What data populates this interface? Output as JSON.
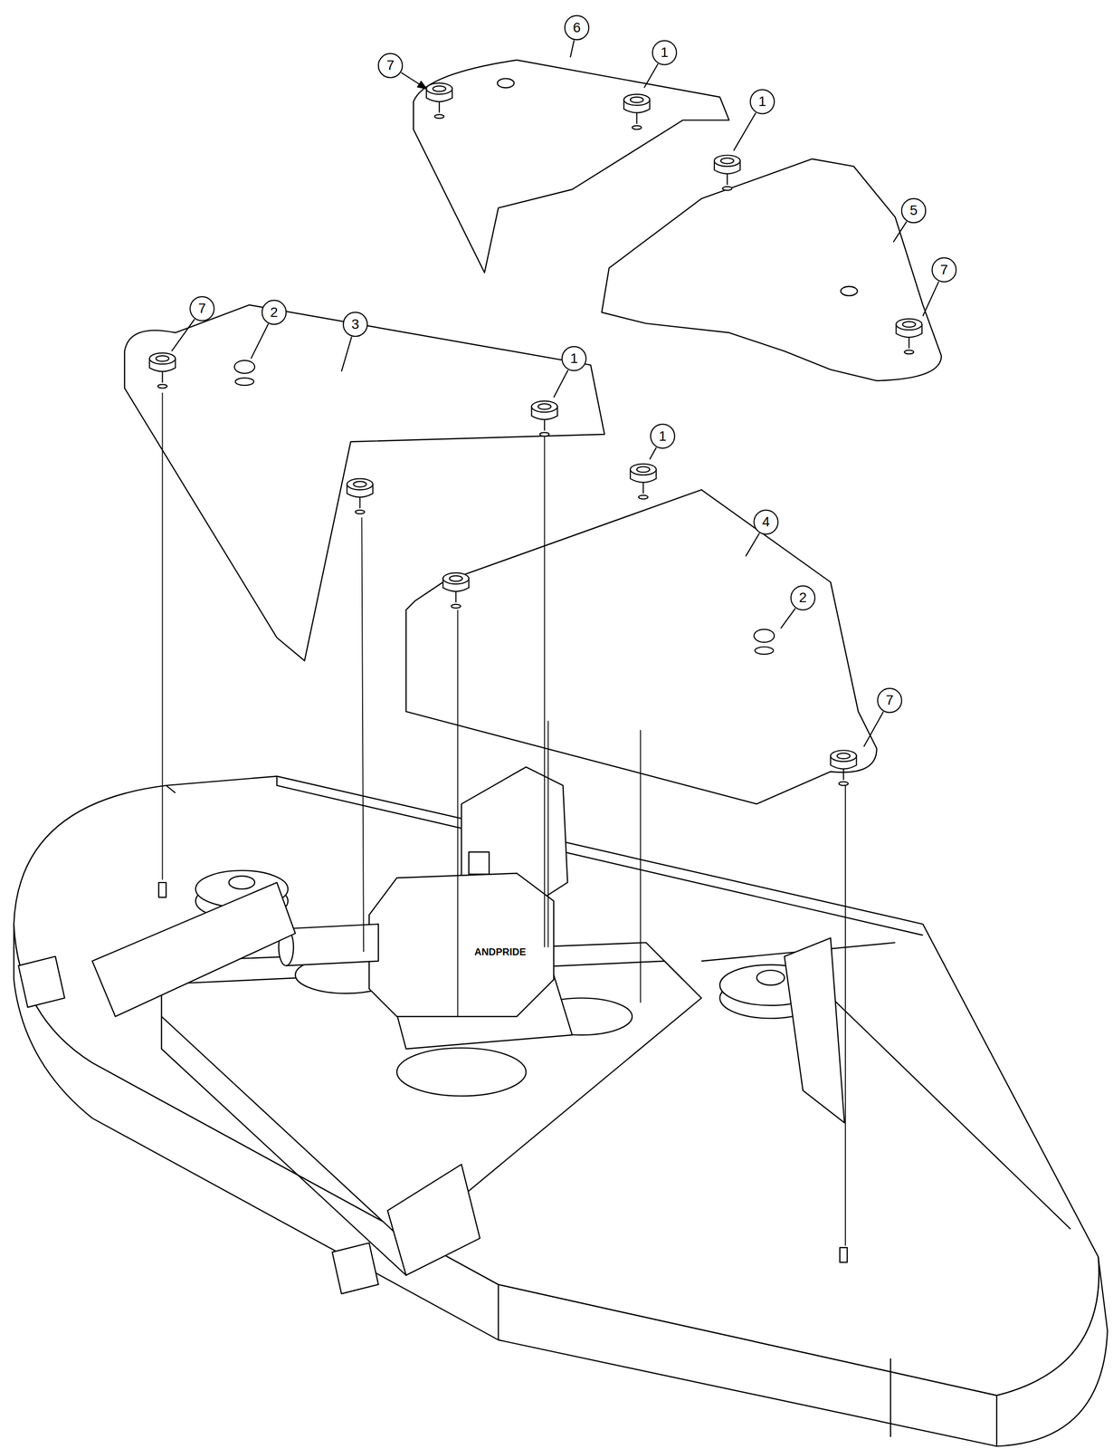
{
  "diagram": {
    "labels": [
      "7",
      "6",
      "1",
      "1",
      "5",
      "7",
      "7",
      "2",
      "3",
      "1",
      "1",
      "4",
      "2",
      "7",
      "ANDPRIDE"
    ]
  }
}
